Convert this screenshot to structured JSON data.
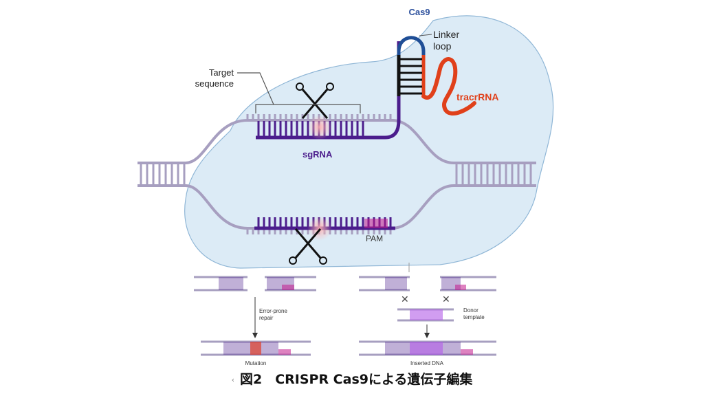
{
  "labels": {
    "cas9": "Cas9",
    "linker_loop_line1": "Linker",
    "linker_loop_line2": "loop",
    "tracr_rna": "tracrRNA",
    "target_sequence_line1": "Target",
    "target_sequence_line2": "sequence",
    "sg_rna": "sgRNA",
    "pam": "PAM",
    "error_prone_line1": "Error-prone",
    "error_prone_line2": "repair",
    "donor_line1": "Donor",
    "donor_line2": "template",
    "mutation": "Mutation",
    "inserted_dna": "Inserted DNA"
  },
  "caption": {
    "marker": "‹",
    "text": "図2　CRISPR Cas9による遺伝子編集"
  },
  "colors": {
    "cas9_fill": "#dcebf6",
    "cas9_stroke": "#8fb6d6",
    "cas9_text": "#2b4f9c",
    "dna": "#a79fc0",
    "sgrna": "#4b1d8c",
    "tracr": "#e0401a",
    "pam": "#c21c8c",
    "mutation": "#e0402a",
    "donor": "#b25be8",
    "loop_blue": "#1f4e96"
  }
}
